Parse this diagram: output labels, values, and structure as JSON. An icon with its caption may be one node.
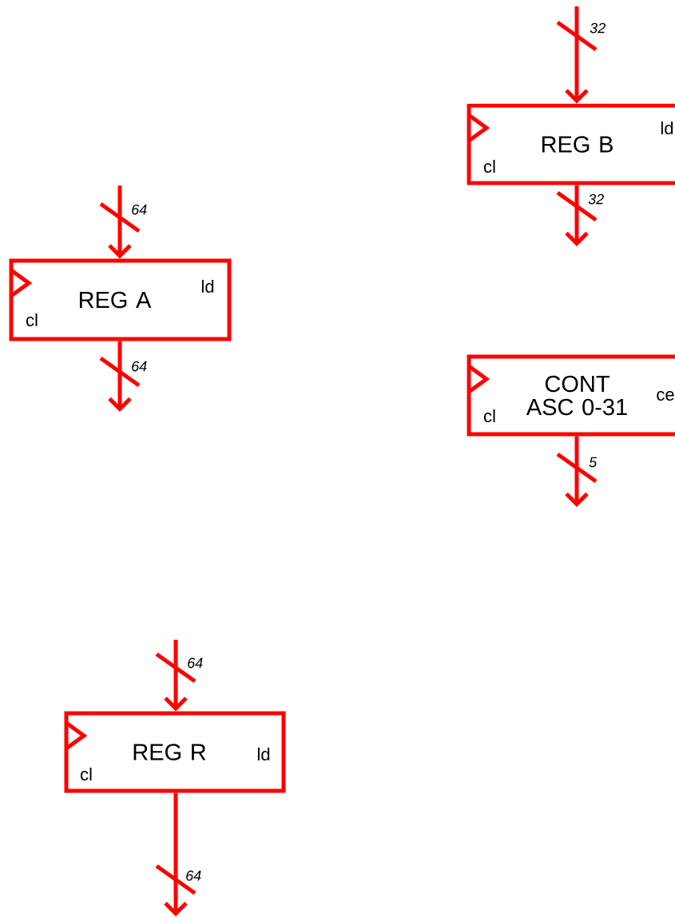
{
  "diagram": {
    "nodes": [
      {
        "text": [
          "REG B",
          "cl",
          "ld"
        ]
      },
      {
        "text": [
          "REG A",
          "cl",
          "ld"
        ]
      },
      {
        "text": [
          "CONT ASC 0-31",
          "cl",
          "ce"
        ]
      },
      {
        "text": [
          "REG R",
          "cl",
          "ld"
        ]
      }
    ],
    "edges": [
      {
        "from": null,
        "to": 0,
        "arrow": "to",
        "label": "32"
      },
      {
        "from": 0,
        "to": null,
        "arrow": "to",
        "label": "32"
      },
      {
        "from": null,
        "to": 1,
        "arrow": "to",
        "label": "64"
      },
      {
        "from": 1,
        "to": null,
        "arrow": "to",
        "label": "64"
      },
      {
        "from": 2,
        "to": null,
        "arrow": "to",
        "label": "5"
      },
      {
        "from": null,
        "to": 3,
        "arrow": "to",
        "label": "64"
      },
      {
        "from": 3,
        "to": null,
        "arrow": "to",
        "label": "64"
      }
    ]
  }
}
